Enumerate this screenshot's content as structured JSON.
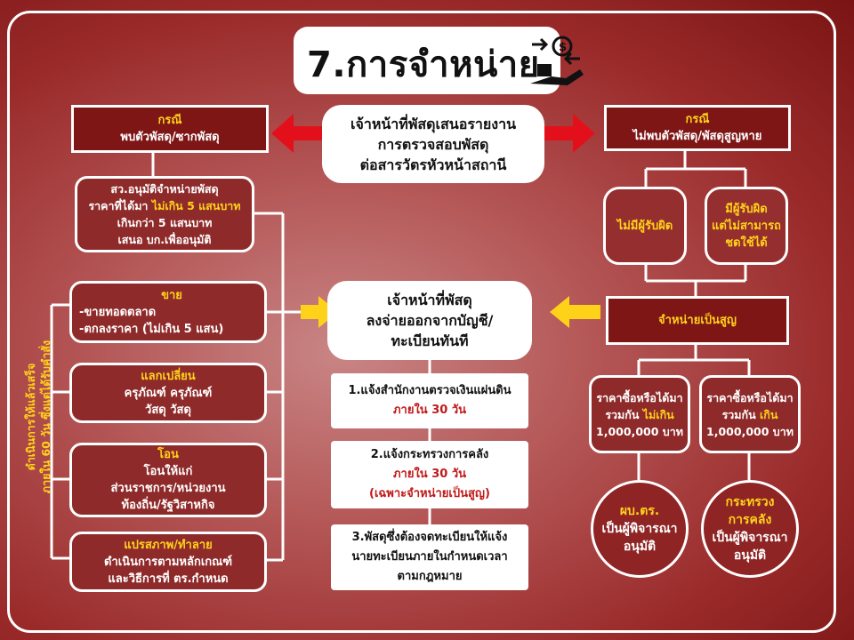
{
  "title": "7.การจำหน่าย",
  "center": {
    "top": [
      "เจ้าหน้าที่พัสดุเสนอรายงาน",
      "การตรวจสอบพัสดุ",
      "ต่อสารวัตรหัวหน้าสถานี"
    ],
    "mid": [
      "เจ้าหน้าที่พัสดุ",
      "ลงจ่ายออกจากบัญชี/",
      "ทะเบียนทันที"
    ],
    "step1": {
      "line1": "1.แจ้งสำนักงานตรวจเงินแผ่นดิน",
      "line2": "ภายใน 30 วัน"
    },
    "step2": {
      "line1": "2.แจ้งกระทรวงการคลัง",
      "line2": "ภายใน 30 วัน",
      "line3": "(เฉพาะจำหน่ายเป็นสูญ)"
    },
    "step3": {
      "line1": "3.พัสดุซึ่งต้องจดทะเบียนให้แจ้ง",
      "line2": "นายทะเบียนภายในกำหนดเวลา",
      "line3": "ตามกฎหมาย"
    }
  },
  "left": {
    "case": {
      "label": "กรณี",
      "text": "พบตัวพัสดุ/ซากพัสดุ"
    },
    "approve": {
      "prefix": "สว.",
      "l1": "อนุมัติจำหน่ายพัสดุ",
      "l2a": "ราคาที่ได้มา ",
      "l2b": "ไม่เกิน 5 แสนบาท",
      "l3": "เกินกว่า 5 แสนบาท",
      "l4": "เสนอ บก.เพื่ออนุมัติ"
    },
    "sell": {
      "label": "ขาย",
      "l1": "-ขายทอดตลาด",
      "l2": "-ตกลงราคา (ไม่เกิน 5 แสน)"
    },
    "exchange": {
      "label": "แลกเปลี่ยน",
      "l1": "ครุภัณฑ์ ครุภัณฑ์",
      "l2": "วัสดุ วัสดุ"
    },
    "transfer": {
      "label": "โอน",
      "l1": "โอนให้แก่",
      "l2": "ส่วนราชการ/หน่วยงาน",
      "l3": "ท้องถิ่น/รัฐวิสาหกิจ"
    },
    "destroy": {
      "label": "แปรสภาพ/ทำลาย",
      "l1": "ดำเนินการตามหลักเกณฑ์",
      "l2": "และวิธีการที่ ตร.กำหนด"
    },
    "side": {
      "l1": "ดำเนินการให้แล้วเสร็จ",
      "l2": "ภายใน 60 วัน ซึ่งแต่ได้รับคำสั่ง"
    }
  },
  "right": {
    "case": {
      "label": "กรณี",
      "text": "ไม่พบตัวพัสดุ/พัสดุสูญหาย"
    },
    "noresp": "ไม่มีผู้รับผิด",
    "resp": {
      "l1": "มีผู้รับผิด",
      "l2": "แต่ไม่สามารถ",
      "l3": "ชดใช้ได้"
    },
    "writeoff": "จำหน่ายเป็นสูญ",
    "under": {
      "l1": "ราคาซื้อหรือได้มา",
      "l2a": "รวมกัน ",
      "l2b": "ไม่เกิน",
      "l3": "1,000,000 บาท"
    },
    "over": {
      "l1": "ราคาซื้อหรือได้มา",
      "l2a": "รวมกัน ",
      "l2b": "เกิน",
      "l3": "1,000,000 บาท"
    },
    "circle1": {
      "l1": "ผบ.ตร.",
      "l2": "เป็นผู้พิจารณา",
      "l3": "อนุมัติ"
    },
    "circle2": {
      "l1": "กระทรวง",
      "l2": "การคลัง",
      "l3": "เป็นผู้พิจารณา",
      "l4": "อนุมัติ"
    }
  },
  "colors": {
    "accent_yellow": "#ffd21a",
    "arrow_red": "#e3101c",
    "dark_red": "#7e1616"
  }
}
